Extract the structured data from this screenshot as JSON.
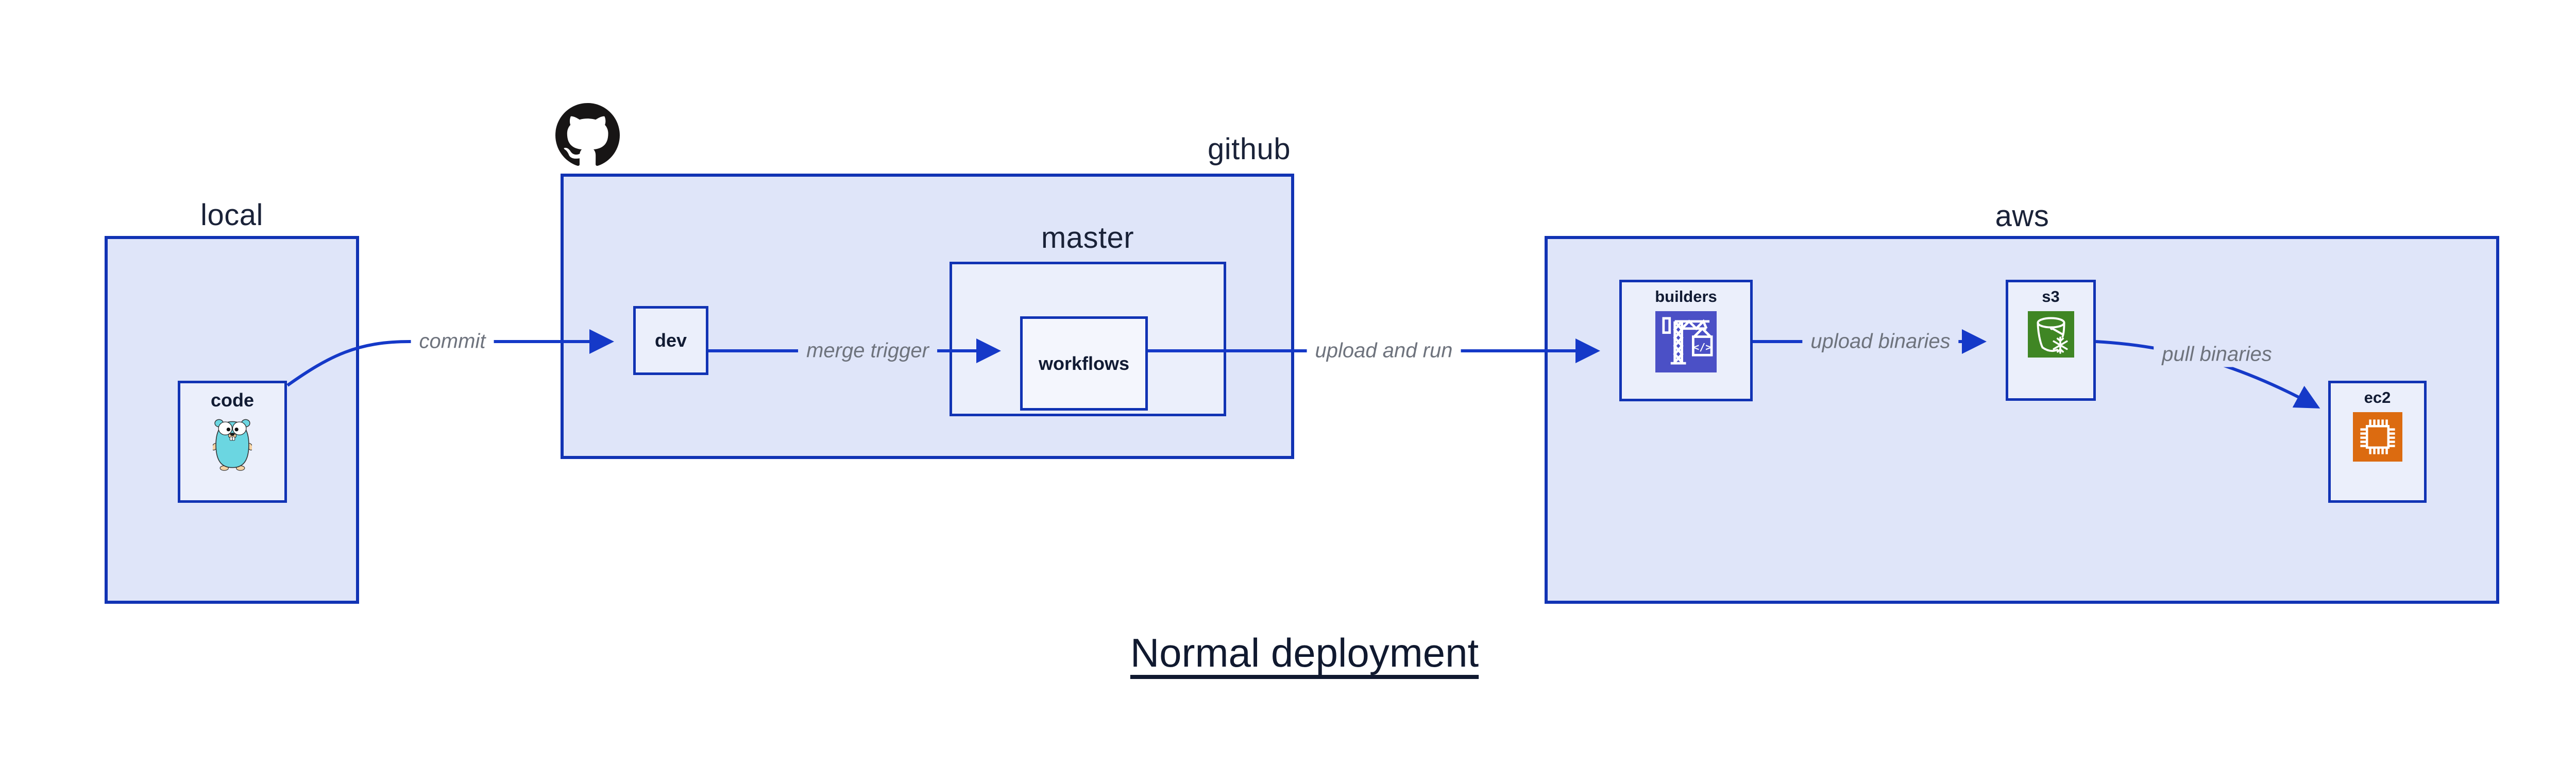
{
  "title": {
    "text": "Normal deployment"
  },
  "regions": {
    "local": {
      "label": "local"
    },
    "github": {
      "label": "github"
    },
    "master": {
      "label": "master"
    },
    "aws": {
      "label": "aws"
    }
  },
  "nodes": {
    "code": {
      "label": "code",
      "icon": "go-gopher-icon"
    },
    "dev": {
      "label": "dev"
    },
    "workflows": {
      "label": "workflows"
    },
    "builders": {
      "label": "builders",
      "icon": "codebuild-crane-icon",
      "icon_glyph": "</>"
    },
    "s3": {
      "label": "s3",
      "icon": "s3-glacier-bucket-icon"
    },
    "ec2": {
      "label": "ec2",
      "icon": "ec2-chip-icon"
    }
  },
  "edges": [
    {
      "id": "commit",
      "label": "commit",
      "from": "code",
      "to": "dev"
    },
    {
      "id": "merge-trigger",
      "label": "merge trigger",
      "from": "dev",
      "to": "workflows"
    },
    {
      "id": "upload-and-run",
      "label": "upload and run",
      "from": "workflows",
      "to": "builders"
    },
    {
      "id": "upload-binaries",
      "label": "upload binaries",
      "from": "builders",
      "to": "s3"
    },
    {
      "id": "pull-binaries",
      "label": "pull binaries",
      "from": "s3",
      "to": "ec2"
    }
  ],
  "colors": {
    "box_border": "#1133b4",
    "connector": "#1539c8",
    "region_fill": "#dfe5f9",
    "node_fill": "#ebeffb",
    "subnode_fill": "#f4f6fd",
    "label_navy": "#1a2238",
    "edge_label_gray": "#6e737d",
    "github_logo_black": "#171515",
    "codebuild_purple": "#4b50c6",
    "s3_green": "#3f8624",
    "ec2_orange": "#dc6b10",
    "gopher_teal": "#6bd6e1",
    "gopher_beige": "#f6d2a2"
  }
}
